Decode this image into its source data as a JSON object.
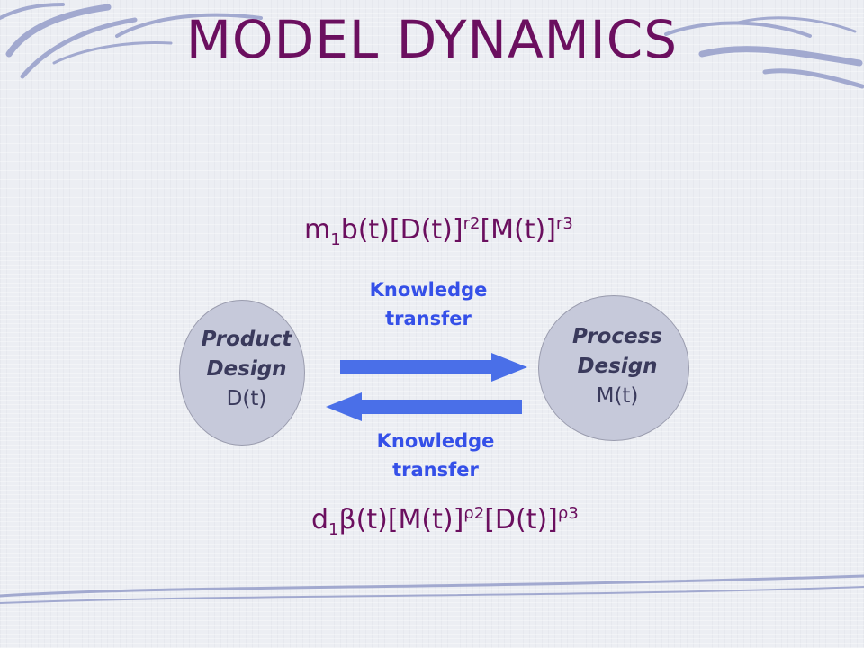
{
  "title": "MODEL DYNAMICS",
  "colors": {
    "title": "#6b0f5f",
    "formula": "#6b0f5f",
    "knowledge_transfer": "#3550e8",
    "arrow": "#4a6fe8",
    "node_fill": "#c6c9da",
    "node_text": "#3a3a5c",
    "decoration": "#9aa2cc"
  },
  "top_formula": {
    "m": "m",
    "m_sub": "1",
    "mid1": "b(t)[D(t)]",
    "r2": "r",
    "r2_num": "2",
    "mid2": "[M(t)]",
    "r3": "r",
    "r3_num": "3"
  },
  "bottom_formula": {
    "d": "d",
    "d_sub": "1",
    "beta": "β",
    "mid1": "(t)[M(t)]",
    "rho2": "ρ",
    "rho2_num": "2",
    "mid2": "[D(t)]",
    "rho3": "ρ",
    "rho3_num": "3"
  },
  "top_transfer": {
    "line1": "Knowledge",
    "line2": "transfer"
  },
  "bottom_transfer": {
    "line1": "Knowledge",
    "line2": "transfer"
  },
  "product_node": {
    "line1": "Product",
    "line2": "Design",
    "line3": "D(t)"
  },
  "process_node": {
    "line1": "Process",
    "line2": "Design",
    "line3": "M(t)"
  },
  "arrows": [
    {
      "from": "Product Design",
      "to": "Process Design",
      "label": "Knowledge transfer"
    },
    {
      "from": "Process Design",
      "to": "Product Design",
      "label": "Knowledge transfer"
    }
  ]
}
